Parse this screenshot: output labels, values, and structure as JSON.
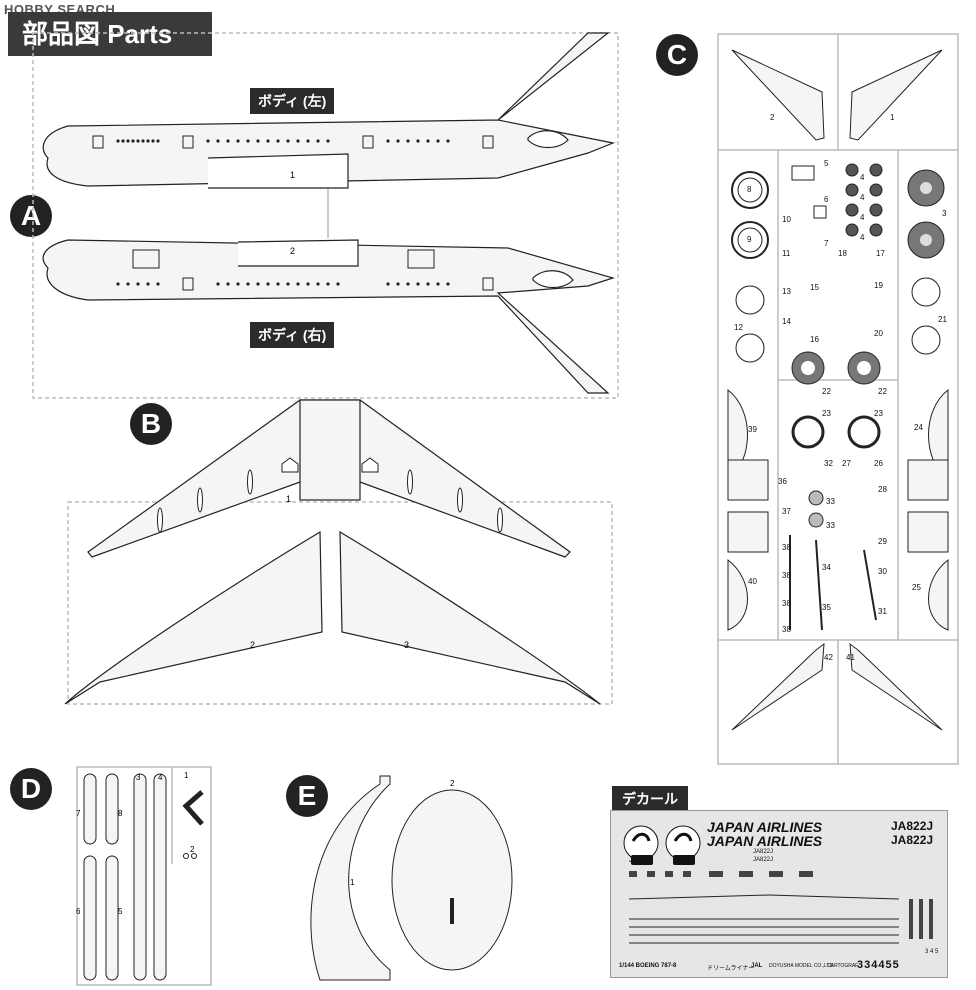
{
  "watermark": "HOBBY SEARCH",
  "title": "部品図  Parts",
  "sections": {
    "a": "A",
    "b": "B",
    "c": "C",
    "d": "D",
    "e": "E"
  },
  "body_labels": {
    "left": "ボディ (左)",
    "right": "ボディ (右)"
  },
  "part_numbers": {
    "a1": "1",
    "a2": "2",
    "b1": "1",
    "b2": "2",
    "b3": "3",
    "c": [
      "1",
      "2",
      "3",
      "4",
      "4",
      "4",
      "4",
      "5",
      "6",
      "7",
      "8",
      "9",
      "10",
      "11",
      "12",
      "13",
      "14",
      "15",
      "16",
      "17",
      "18",
      "19",
      "20",
      "21",
      "22",
      "22",
      "23",
      "23",
      "24",
      "25",
      "26",
      "27",
      "28",
      "29",
      "30",
      "31",
      "32",
      "33",
      "33",
      "34",
      "35",
      "36",
      "37",
      "38",
      "38",
      "38",
      "38",
      "39",
      "40",
      "41",
      "42"
    ],
    "d": [
      "1",
      "2",
      "3",
      "4",
      "5",
      "6",
      "7",
      "8"
    ],
    "e": [
      "1",
      "2"
    ]
  },
  "decal": {
    "label": "デカール",
    "airline_1": "JAPAN AIRLINES",
    "airline_2": "JAPAN AIRLINES",
    "reg_1": "JA822J",
    "reg_2": "JA822J",
    "reg_small_1": "JA822J",
    "reg_small_2": "JA822J",
    "logo": "JAL",
    "footer_scale": "1/144 BOEING 787-8",
    "footer_jp": "ドリームライナー",
    "footer_brand": "JAL",
    "footer_maker": "DOYUSHA MODEL CO.,LTD.",
    "footer_printer": "CARTOGRAF",
    "numbers": "334455",
    "small_numbers": "3 4 5"
  }
}
